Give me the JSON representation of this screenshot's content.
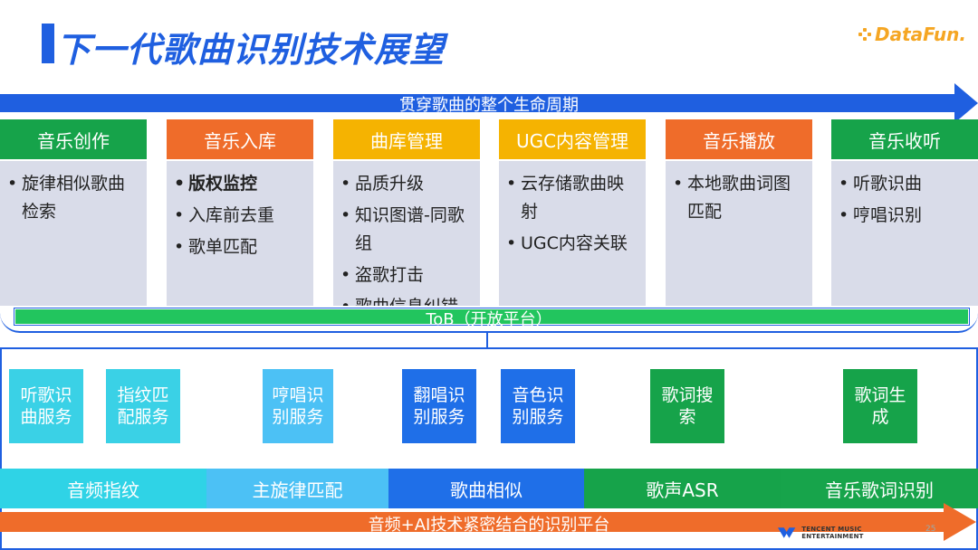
{
  "title": "下一代歌曲识别技术展望",
  "logo": {
    "text": "DataFun."
  },
  "lifecycle": {
    "label": "贯穿歌曲的整个生命周期"
  },
  "stages": [
    {
      "name": "音乐创作",
      "color": "#16a34a",
      "items": [
        "旋律相似歌曲检索"
      ],
      "bold": []
    },
    {
      "name": "音乐入库",
      "color": "#ef6c2a",
      "items": [
        "版权监控",
        "入库前去重",
        "歌单匹配"
      ],
      "bold": [
        0
      ]
    },
    {
      "name": "曲库管理",
      "color": "#f5b301",
      "items": [
        "品质升级",
        "知识图谱-同歌组",
        "盗歌打击",
        "歌曲信息纠错"
      ],
      "bold": []
    },
    {
      "name": "UGC内容管理",
      "color": "#f5b301",
      "items": [
        "云存储歌曲映射",
        "UGC内容关联"
      ],
      "bold": []
    },
    {
      "name": "音乐播放",
      "color": "#ef6c2a",
      "items": [
        "本地歌曲词图匹配"
      ],
      "bold": []
    },
    {
      "name": "音乐收听",
      "color": "#16a34a",
      "items": [
        "听歌识曲",
        "哼唱识别"
      ],
      "bold": []
    }
  ],
  "tob": {
    "label": "ToB（开放平台）"
  },
  "services": [
    {
      "label": "听歌识曲服务",
      "color": "#3ad1e6"
    },
    {
      "label": "指纹匹配服务",
      "color": "#3ad1e6"
    },
    {
      "label": "哼唱识别服务",
      "color": "#4cc1f5"
    },
    {
      "label": "翻唱识别服务",
      "color": "#1f6fe8"
    },
    {
      "label": "音色识别服务",
      "color": "#1f6fe8"
    },
    {
      "label": "歌词搜索",
      "color": "#16a34a"
    },
    {
      "label": "歌词生成",
      "color": "#16a34a"
    }
  ],
  "tech": [
    {
      "label": "音频指纹",
      "color": "#2fd3e6"
    },
    {
      "label": "主旋律匹配",
      "color": "#4cc1f5"
    },
    {
      "label": "歌曲相似",
      "color": "#1f6fe8"
    },
    {
      "label": "歌声ASR",
      "color": "#16a34a"
    },
    {
      "label": "音乐歌词识别",
      "color": "#17a44b"
    }
  ],
  "platform_arrow": {
    "label": "音频+AI技术紧密结合的识别平台"
  },
  "footer": {
    "brand": "TENCENT MUSIC ENTERTAINMENT",
    "page": "25"
  },
  "colors": {
    "primary": "#1f5fe0",
    "accent": "#ef6c2a",
    "tob": "#22c55e"
  }
}
